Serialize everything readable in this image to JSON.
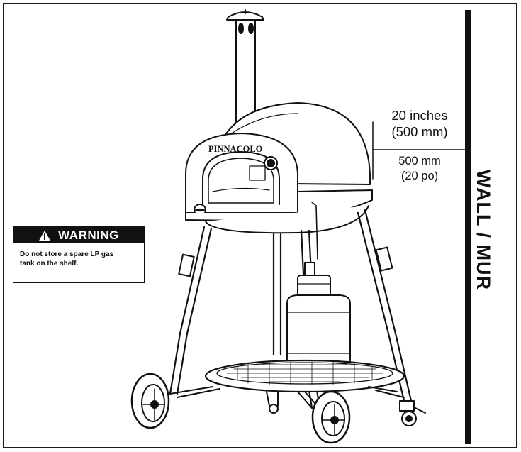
{
  "wall": {
    "label": "WALL / MUR"
  },
  "dimensions": {
    "top_line1": "20 inches",
    "top_line2": "(500 mm)",
    "bottom_line1": "500 mm",
    "bottom_line2": "(20 po)"
  },
  "warning": {
    "title": "WARNING",
    "text_line1": "Do not store a spare LP gas",
    "text_line2": "tank on the shelf.",
    "icon": "warning-triangle-icon"
  },
  "oven": {
    "brand": "PINNACOLO"
  },
  "colors": {
    "ink": "#111111",
    "paper": "#ffffff"
  }
}
